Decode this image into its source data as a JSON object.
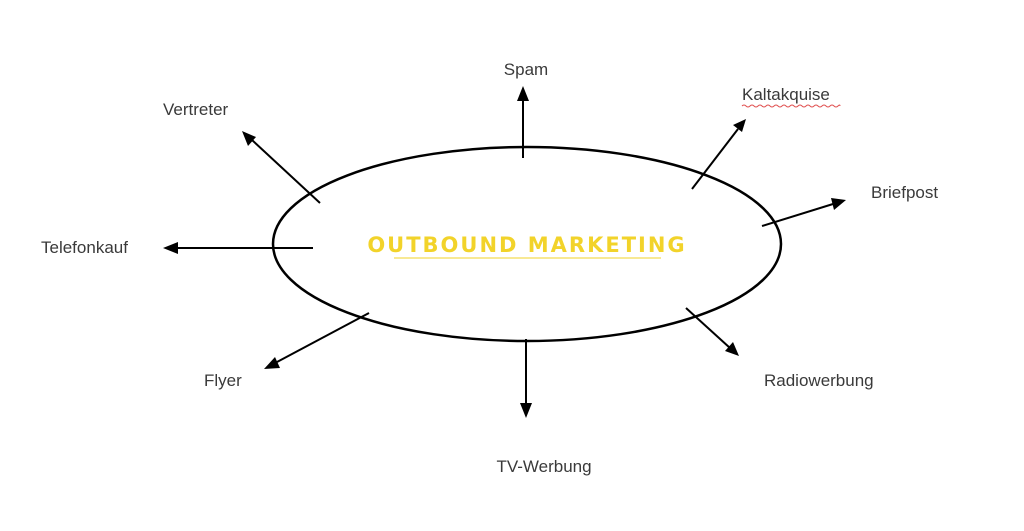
{
  "diagram": {
    "center": {
      "label": "OUTBOUND MARKETING",
      "color": "#f2d32a"
    },
    "branches": [
      {
        "id": "spam",
        "label": "Spam"
      },
      {
        "id": "kaltakquise",
        "label": "Kaltakquise"
      },
      {
        "id": "briefpost",
        "label": "Briefpost"
      },
      {
        "id": "radiowerbung",
        "label": "Radiowerbung"
      },
      {
        "id": "tv-werbung",
        "label": "TV-Werbung"
      },
      {
        "id": "flyer",
        "label": "Flyer"
      },
      {
        "id": "telefonkauf",
        "label": "Telefonkauf"
      },
      {
        "id": "vertreter",
        "label": "Vertreter"
      }
    ]
  }
}
